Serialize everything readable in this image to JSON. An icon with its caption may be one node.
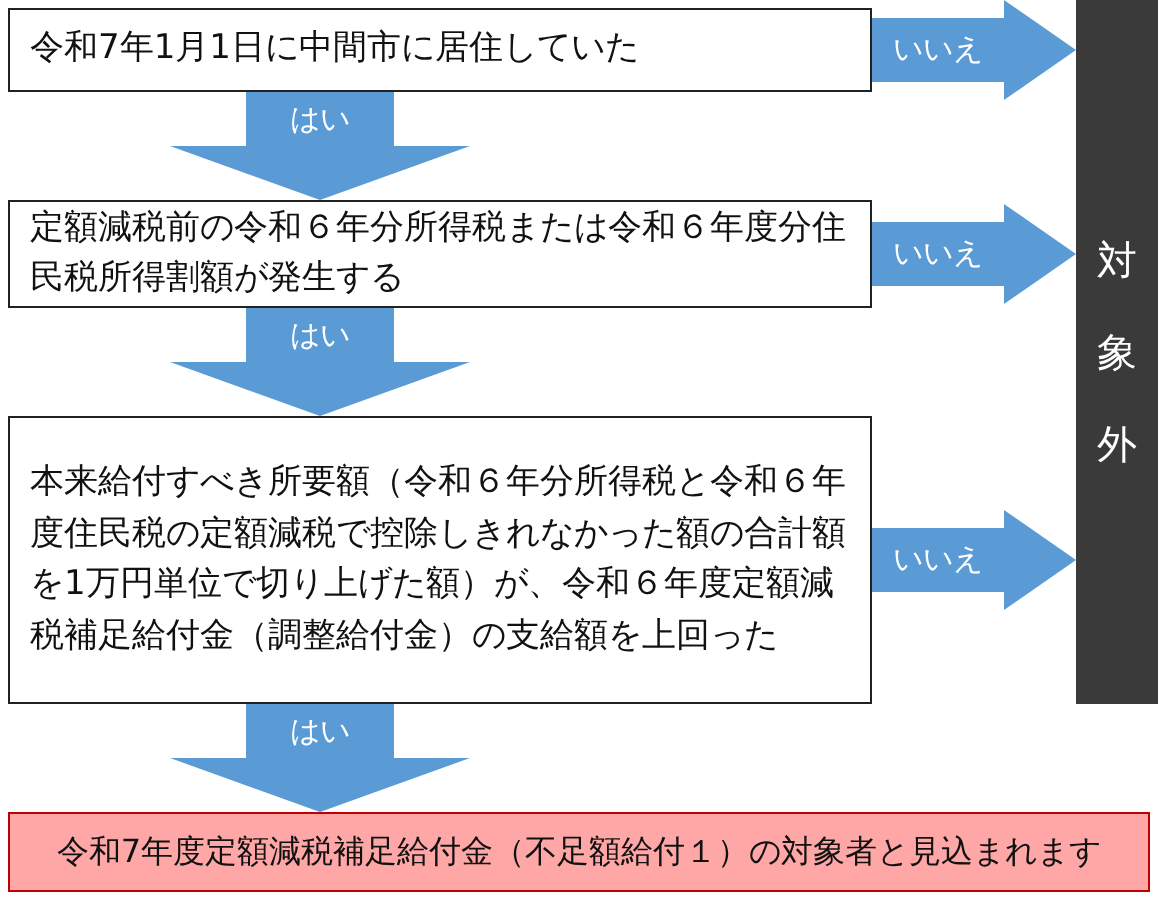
{
  "diagram": {
    "nodes": [
      {
        "text": [
          "令和7年1月1日に中間市に居住していた"
        ]
      },
      {
        "text": [
          "定額減税前の令和６年分所得税または令和６年度分住民税所得割額が発生する"
        ]
      },
      {
        "text": [
          "本来給付すべき所要額（令和６年分所得税と令和６年度住民税の定額減税で控除しきれなかった額の合計額を1万円単位で切り上げた額）が、令和６年度定額減税補足給付金（調整給付金）の支給額を上回った"
        ]
      },
      {
        "text": [
          "令和7年度定額減税補足給付金（不足額給付１）の対象者と見込まれます"
        ]
      },
      {
        "text": [
          "対象外"
        ]
      }
    ],
    "edges": [
      {
        "from": 0,
        "to": 1,
        "arrow": "to",
        "label": "はい"
      },
      {
        "from": 1,
        "to": 2,
        "arrow": "to",
        "label": "はい"
      },
      {
        "from": 2,
        "to": 3,
        "arrow": "to",
        "label": "はい"
      },
      {
        "from": 0,
        "to": 4,
        "arrow": "to",
        "label": "いいえ"
      },
      {
        "from": 1,
        "to": 4,
        "arrow": "to",
        "label": "いいえ"
      },
      {
        "from": 2,
        "to": 4,
        "arrow": "to",
        "label": "いいえ"
      }
    ]
  }
}
